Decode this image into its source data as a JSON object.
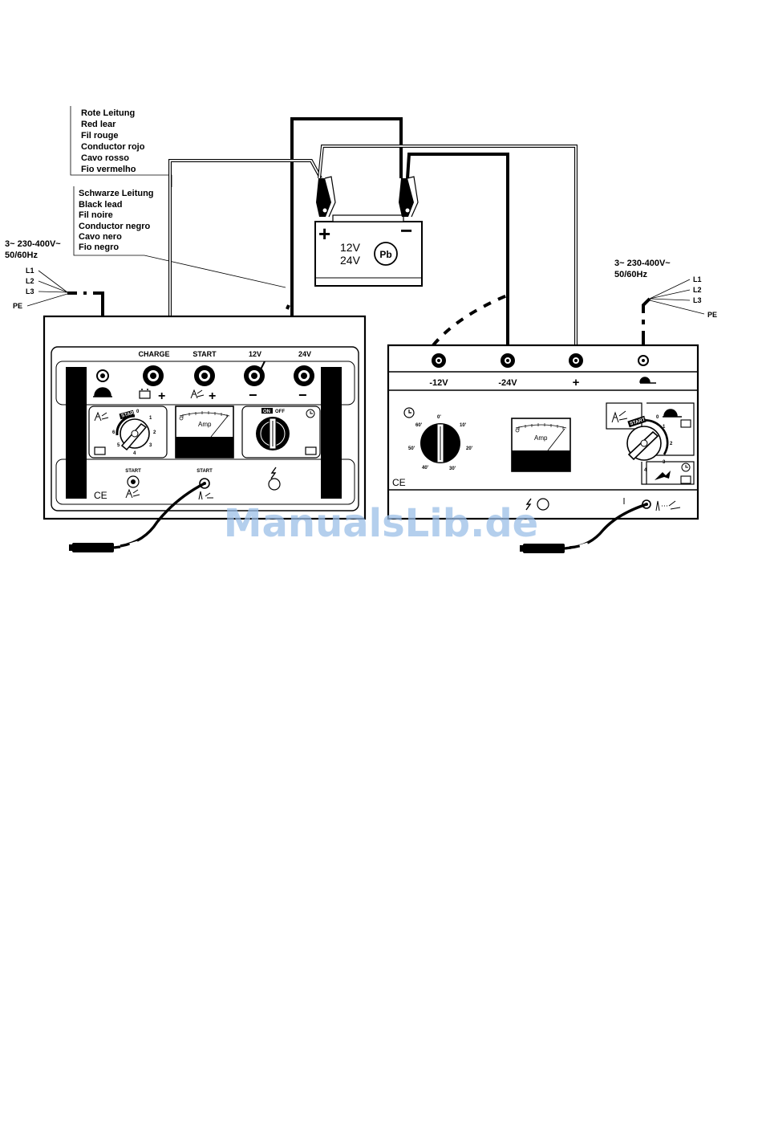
{
  "watermark": "ManualsLib.de",
  "legend_red": [
    "Rote Leitung",
    "Red lear",
    "Fil rouge",
    "Conductor rojo",
    "Cavo rosso",
    "Fio vermelho"
  ],
  "legend_black": [
    "Schwarze Leitung",
    "Black lead",
    "Fil noire",
    "Conductor negro",
    "Cavo nero",
    "Fio negro"
  ],
  "supply": {
    "voltage": "3~ 230-400V~",
    "frequency": "50/60Hz",
    "phases": [
      "L1",
      "L2",
      "L3",
      "PE"
    ]
  },
  "battery": {
    "plus": "+",
    "minus": "−",
    "v12": "12V",
    "v24": "24V",
    "type": "Pb"
  },
  "left_charger": {
    "terminal_headers": [
      "CHARGE",
      "START",
      "12V",
      "24V"
    ],
    "start_labels": [
      "START",
      "START"
    ],
    "plus_sign": "+",
    "minus_sign": "−",
    "meter_label": "Amp",
    "selector_marks": [
      "START",
      "0",
      "1",
      "2",
      "3",
      "4",
      "5",
      "6"
    ],
    "timer_marks": [
      "ON",
      "OFF"
    ],
    "ce": "CE"
  },
  "right_charger": {
    "terminal_labels": [
      "-12V",
      "-24V",
      "+"
    ],
    "meter_label": "Amp",
    "timer_marks": [
      "0'",
      "10'",
      "20'",
      "30'",
      "40'",
      "50'",
      "60'"
    ],
    "selector_marks": [
      "START",
      "0",
      "1",
      "2",
      "3",
      "4"
    ],
    "ce": "CE"
  }
}
